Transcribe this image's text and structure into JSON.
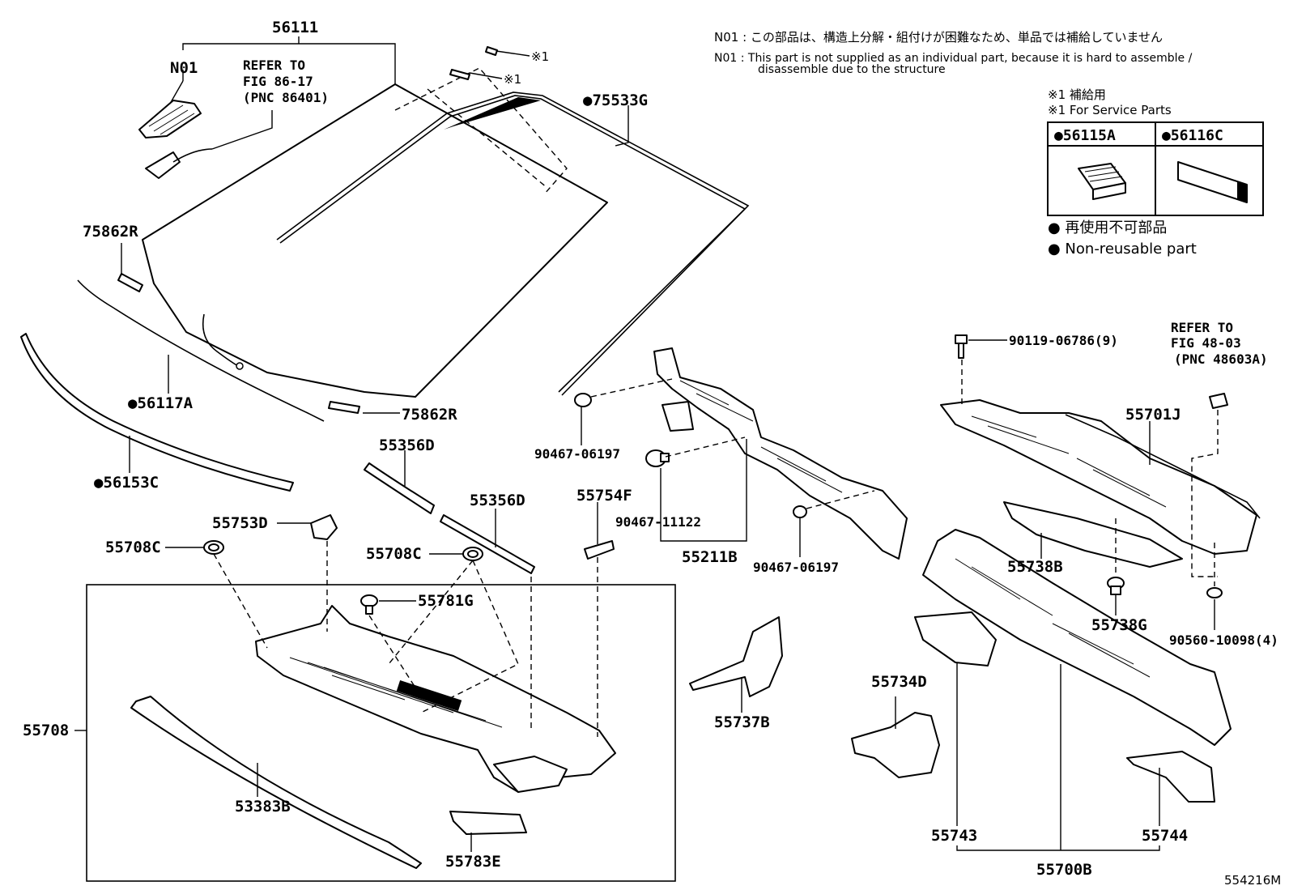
{
  "notes": {
    "n01_jp": "N01 : この部品は、構造上分解・組付けが困難なため、単品では補給していません",
    "n01_en_1": "N01 :  This part is not supplied as an individual part, because it is hard to assemble /",
    "n01_en_2": "disassemble due to the structure"
  },
  "service_box": {
    "mark_jp": "※1 補給用",
    "mark_en": "※1 For Service Parts",
    "col1": "●56115A",
    "col2": "●56116C"
  },
  "legend": {
    "jp": "● 再使用不可部品",
    "en": "● Non-reusable part"
  },
  "refs": {
    "fig86_l1": "REFER TO",
    "fig86_l2": "FIG 86-17",
    "fig86_l3": "(PNC 86401)",
    "fig48_l1": "REFER TO",
    "fig48_l2": "FIG 48-03",
    "fig48_l3": "(PNC 48603A)"
  },
  "marks": {
    "star1": "※1"
  },
  "parts": {
    "p56111": "56111",
    "pN01": "N01",
    "p75533G": "●75533G",
    "p75862R_a": "75862R",
    "p75862R_b": "75862R",
    "p56117A": "●56117A",
    "p56153C": "●56153C",
    "p55356D_a": "55356D",
    "p55356D_b": "55356D",
    "p55754F": "55754F",
    "p55753D": "55753D",
    "p55708C_a": "55708C",
    "p55708C_b": "55708C",
    "p55781G": "55781G",
    "p55708": "55708",
    "p53383B": "53383B",
    "p55783E": "55783E",
    "p90467_06197_a": "90467-06197",
    "p90467_11122": "90467-11122",
    "p55211B": "55211B",
    "p90467_06197_b": "90467-06197",
    "p55737B": "55737B",
    "p90119": "90119-06786(9)",
    "p55701J": "55701J",
    "p55738B": "55738B",
    "p55738G": "55738G",
    "p90560": "90560-10098(4)",
    "p55734D": "55734D",
    "p55743": "55743",
    "p55744": "55744",
    "p55700B": "55700B"
  },
  "figure_number": "554216M"
}
